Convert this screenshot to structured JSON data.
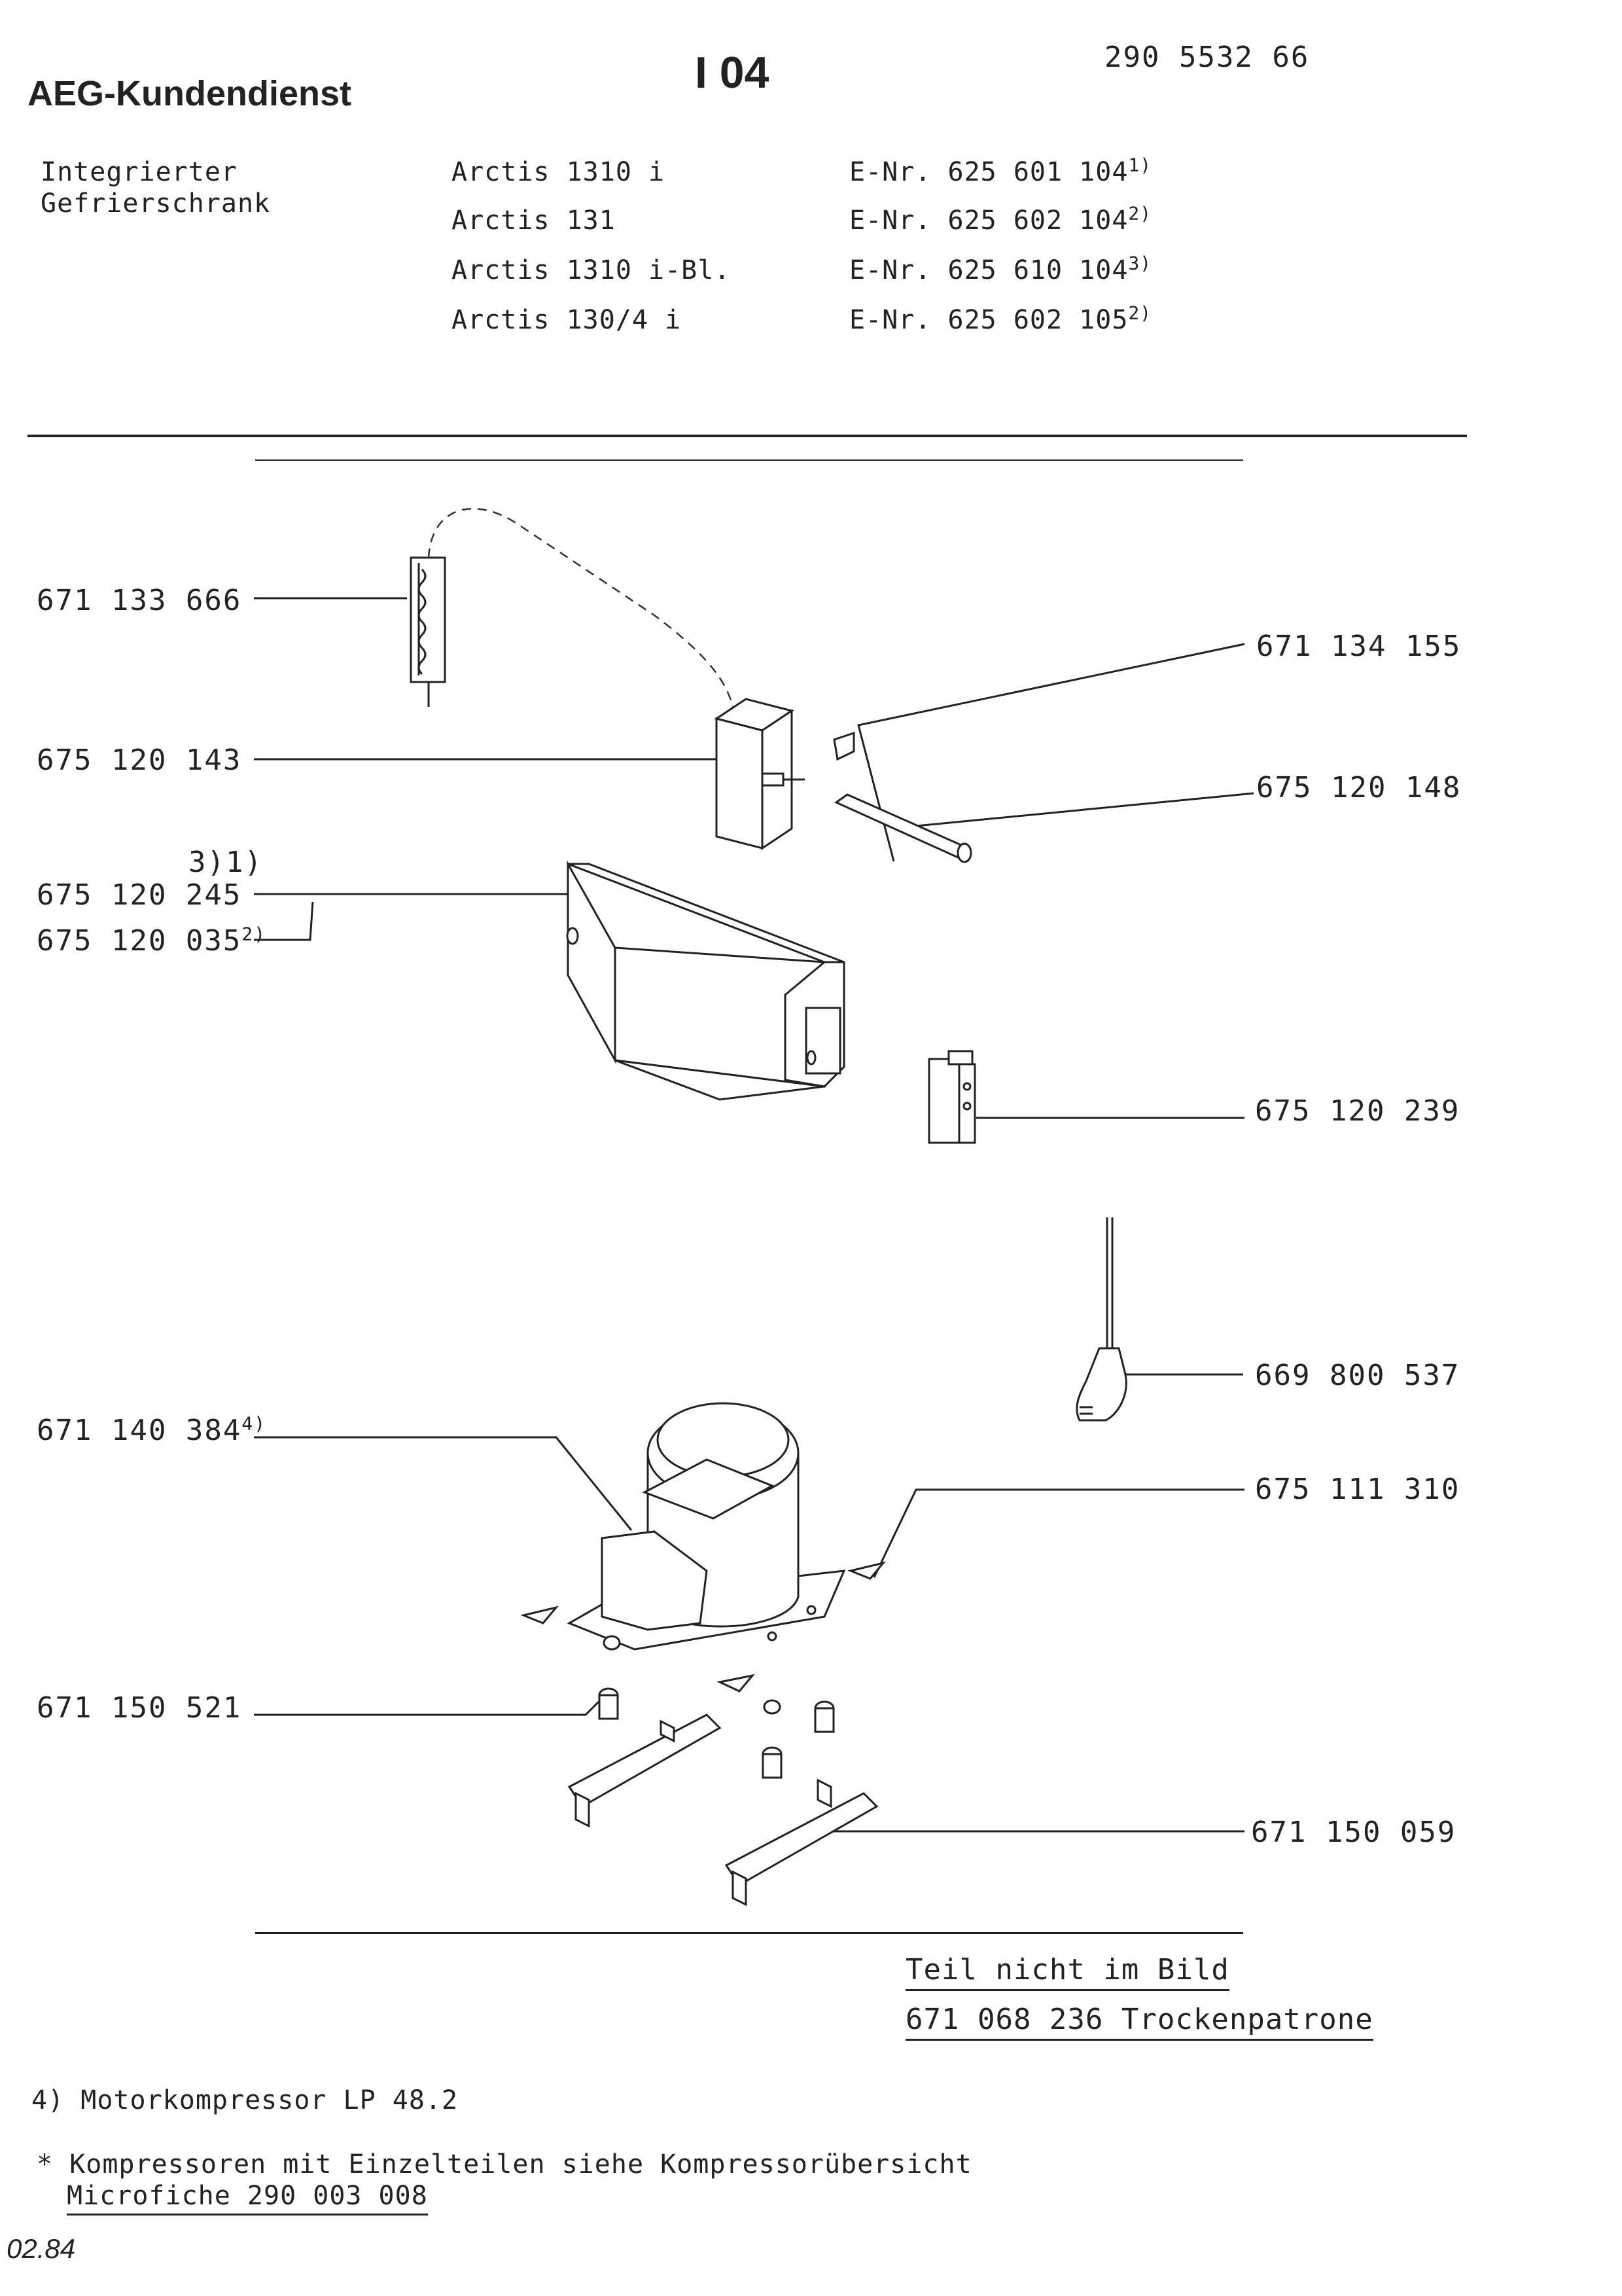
{
  "header": {
    "brand": "AEG-Kundendienst",
    "section": "I 04",
    "doc_number": "290 5532 66"
  },
  "product_type": [
    "Integrierter",
    "Gefrierschrank"
  ],
  "models": [
    {
      "name": "Arctis 1310 i",
      "enr": "E-Nr. 625 601 104",
      "note": "1)"
    },
    {
      "name": "Arctis 131",
      "enr": "E-Nr. 625 602 104",
      "note": "2)"
    },
    {
      "name": "Arctis 1310 i-Bl.",
      "enr": "E-Nr. 625 610 104",
      "note": "3)"
    },
    {
      "name": "Arctis 130/4 i",
      "enr": "E-Nr. 625 602 105",
      "note": "2)"
    }
  ],
  "parts": {
    "p1": {
      "number": "671 133 666"
    },
    "p2": {
      "number": "671 134 155"
    },
    "p3": {
      "number": "675 120 143"
    },
    "p4": {
      "number": "675 120 148"
    },
    "p5": {
      "number": "675 120 245",
      "note": "3)1)"
    },
    "p6": {
      "number": "675 120 035",
      "note": "2)"
    },
    "p7": {
      "number": "675 120 239"
    },
    "p8": {
      "number": "669 800 537"
    },
    "p9": {
      "number": "671 140 384",
      "note": "4)"
    },
    "p10": {
      "number": "675 111 310"
    },
    "p11": {
      "number": "671 150 521"
    },
    "p12": {
      "number": "671 150 059"
    }
  },
  "not_pictured": {
    "heading": "Teil nicht im Bild",
    "item": "671 068 236 Trockenpatrone"
  },
  "footnotes": {
    "f4": "4) Motorkompressor LP 48.2",
    "star": "* Kompressoren mit Einzelteilen siehe Kompressorübersicht",
    "microfiche": "Microfiche 290 003 008"
  },
  "date": "02.84"
}
